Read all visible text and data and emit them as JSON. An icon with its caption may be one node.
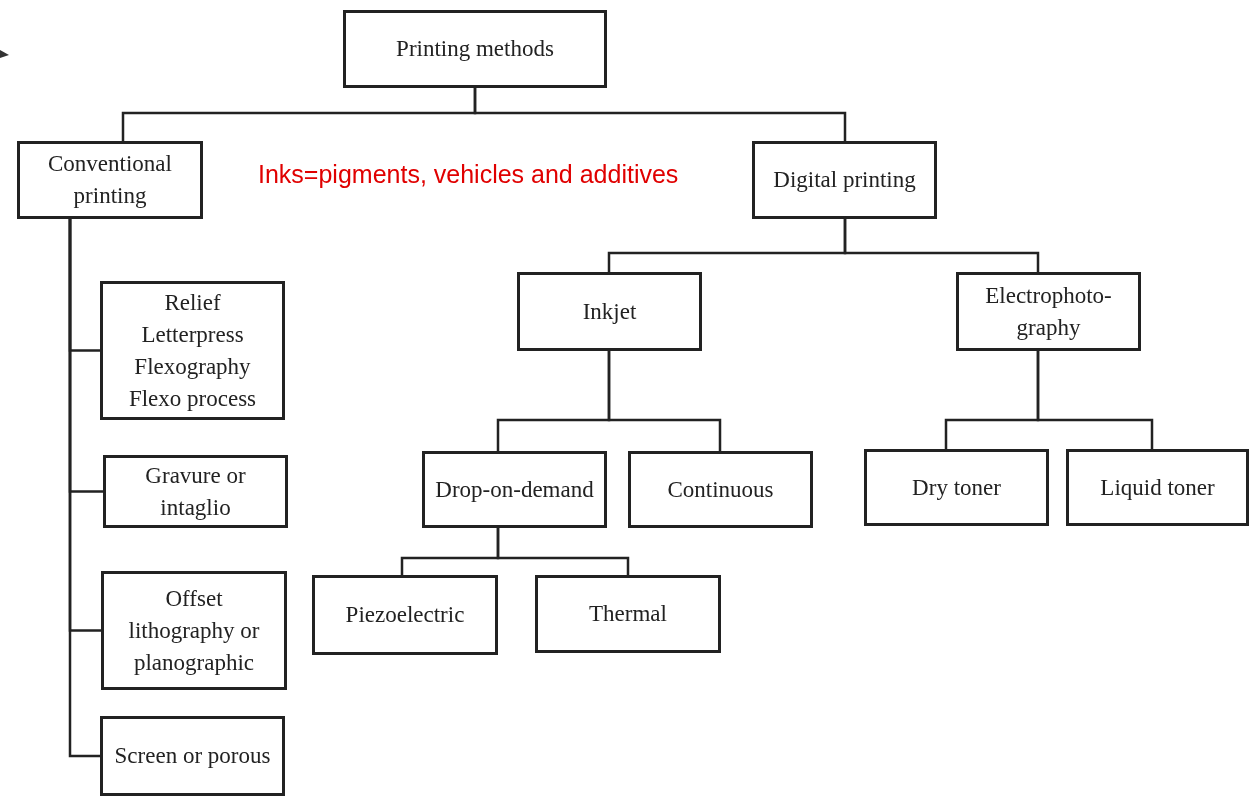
{
  "diagram": {
    "nodes": [
      {
        "text": [
          "Printing methods"
        ]
      },
      {
        "text": [
          "Conventional printing"
        ]
      },
      {
        "text": [
          "Digital printing"
        ]
      },
      {
        "text": [
          "Relief",
          "Letterpress",
          "Flexography",
          "Flexo process"
        ]
      },
      {
        "text": [
          "Gravure or intaglio"
        ]
      },
      {
        "text": [
          "Offset lithography or planographic"
        ]
      },
      {
        "text": [
          "Screen or porous"
        ]
      },
      {
        "text": [
          "Inkjet"
        ]
      },
      {
        "text": [
          "Electrophoto-graphy"
        ]
      },
      {
        "text": [
          "Drop-on-demand"
        ]
      },
      {
        "text": [
          "Continuous"
        ]
      },
      {
        "text": [
          "Dry toner"
        ]
      },
      {
        "text": [
          "Liquid toner"
        ]
      },
      {
        "text": [
          "Piezoelectric"
        ]
      },
      {
        "text": [
          "Thermal"
        ]
      }
    ],
    "edges": [
      {
        "from": 0,
        "to": 1,
        "arrow": "none"
      },
      {
        "from": 0,
        "to": 2,
        "arrow": "none"
      },
      {
        "from": 1,
        "to": 3,
        "arrow": "none"
      },
      {
        "from": 1,
        "to": 4,
        "arrow": "none"
      },
      {
        "from": 1,
        "to": 5,
        "arrow": "none"
      },
      {
        "from": 1,
        "to": 6,
        "arrow": "none"
      },
      {
        "from": 2,
        "to": 7,
        "arrow": "none"
      },
      {
        "from": 2,
        "to": 8,
        "arrow": "none"
      },
      {
        "from": 7,
        "to": 9,
        "arrow": "none"
      },
      {
        "from": 7,
        "to": 10,
        "arrow": "none"
      },
      {
        "from": 8,
        "to": 11,
        "arrow": "none"
      },
      {
        "from": 8,
        "to": 12,
        "arrow": "none"
      },
      {
        "from": 9,
        "to": 13,
        "arrow": "none"
      },
      {
        "from": 9,
        "to": 14,
        "arrow": "none"
      }
    ],
    "labels": [
      "Inks=pigments, vehicles and additives"
    ]
  }
}
